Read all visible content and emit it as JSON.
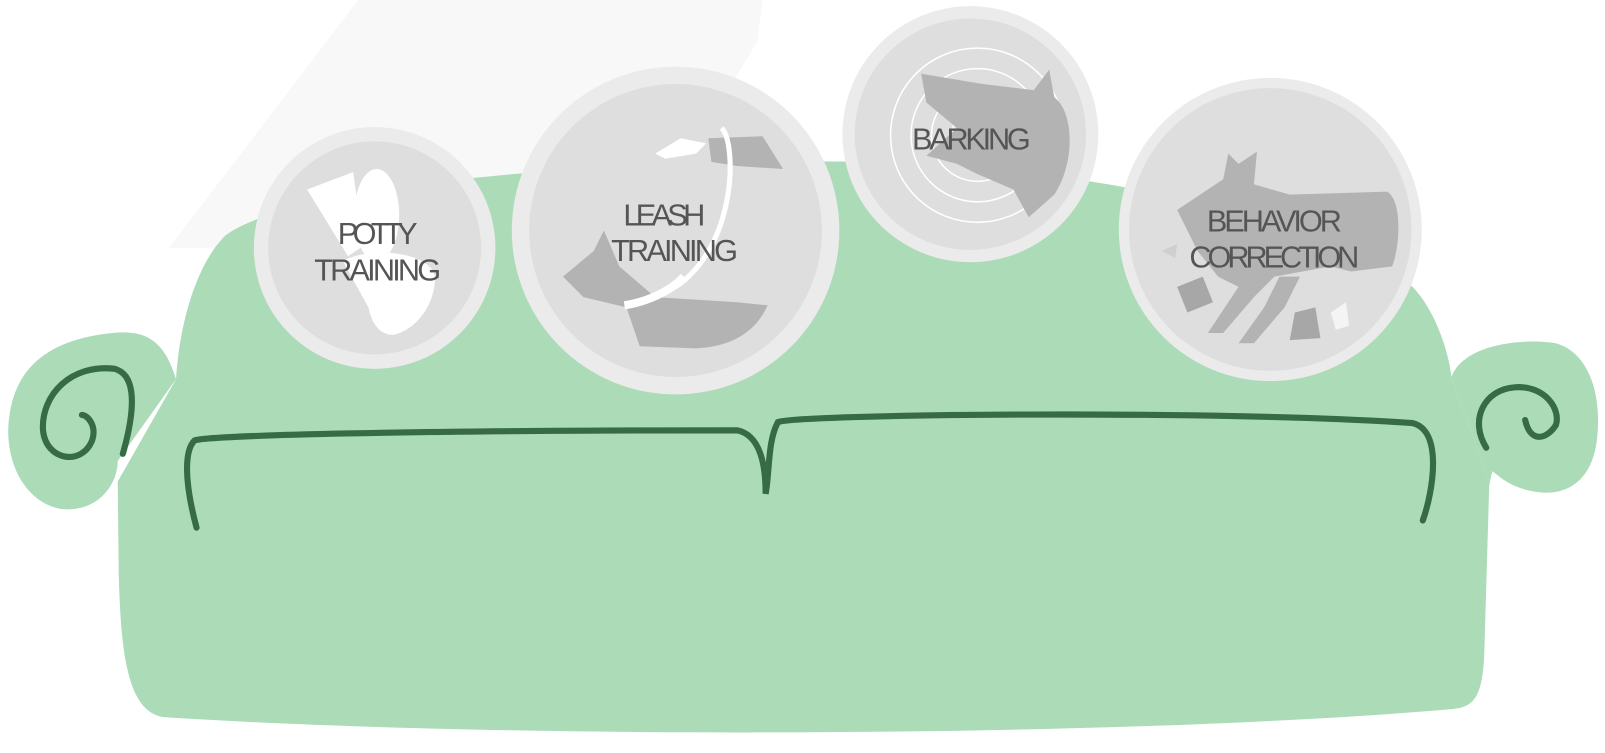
{
  "colors": {
    "sofa": "#acdbb8",
    "sofa_line": "#366b43",
    "circle_outer": "#ebebeb",
    "circle_inner": "#dedede",
    "icon": "#b3b3b3",
    "label": "#555555"
  },
  "services": [
    {
      "line1": "POTTY",
      "line2": "TRAINING",
      "icon": "toilet-icon"
    },
    {
      "line1": "LEASH",
      "line2": "TRAINING",
      "icon": "dog-leash-icon"
    },
    {
      "line1": "BARKING",
      "line2": "",
      "icon": "barking-dog-icon"
    },
    {
      "line1": "BEHAVIOR",
      "line2": "CORRECTION",
      "icon": "dog-mess-icon"
    }
  ]
}
